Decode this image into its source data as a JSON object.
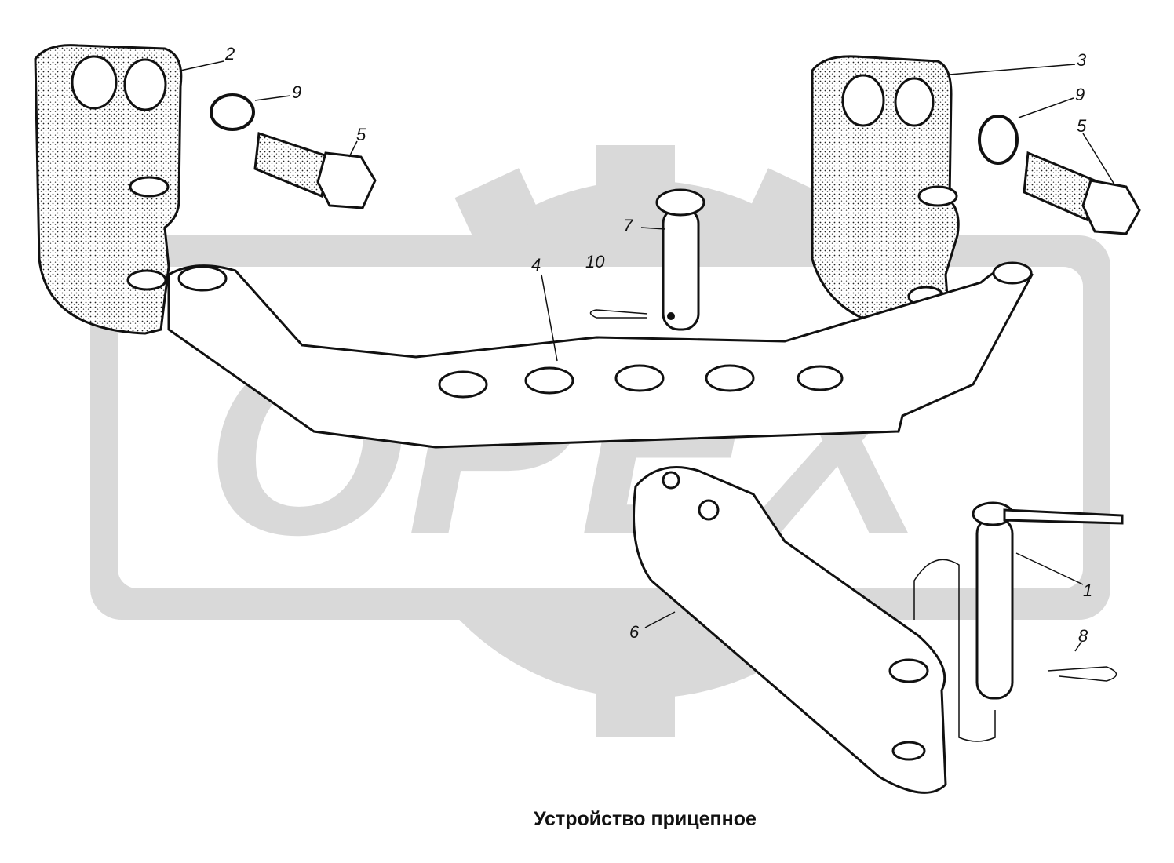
{
  "diagram": {
    "caption": "Устройство прицепное",
    "watermark": "ОРЕХ",
    "callouts": [
      {
        "id": "2"
      },
      {
        "id": "9"
      },
      {
        "id": "5"
      },
      {
        "id": "3"
      },
      {
        "id": "9"
      },
      {
        "id": "5"
      },
      {
        "id": "7"
      },
      {
        "id": "10"
      },
      {
        "id": "4"
      },
      {
        "id": "1"
      },
      {
        "id": "8"
      },
      {
        "id": "6"
      }
    ]
  }
}
